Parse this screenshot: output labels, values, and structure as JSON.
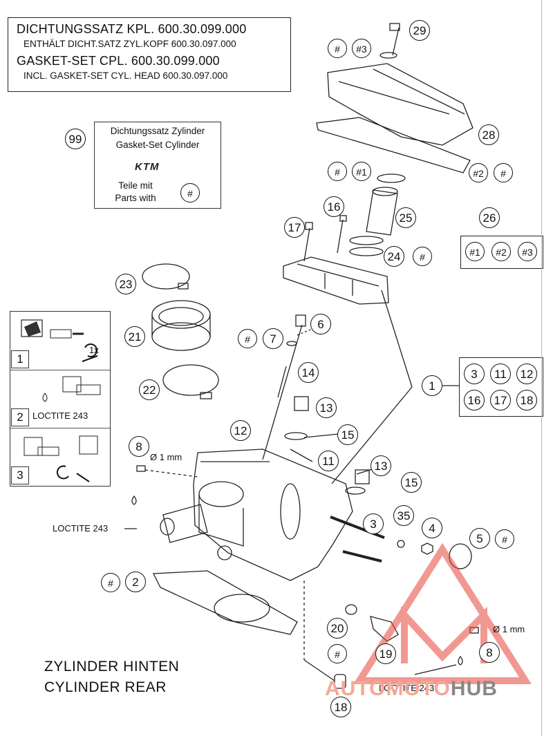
{
  "title_box": {
    "line1": "DICHTUNGSSATZ KPL. 600.30.099.000",
    "line2": "ENTHÄLT DICHT.SATZ ZYL.KOPF 600.30.097.000",
    "line3": "GASKET-SET CPL.            600.30.099.000",
    "line4": "INCL. GASKET-SET CYL. HEAD 600.30.097.000"
  },
  "kit_box": {
    "callout": "99",
    "line1": "Dichtungssatz Zylinder",
    "line2": "Gasket-Set Cylinder",
    "logo": "KTM",
    "line3": "Teile mit",
    "line4": "Parts with",
    "marker": "#"
  },
  "steps": [
    {
      "num": "1",
      "text": "1x"
    },
    {
      "num": "2",
      "text": "LOCTITE 243"
    },
    {
      "num": "3",
      "text": ""
    }
  ],
  "group_26": {
    "label": "26",
    "items": [
      "#1",
      "#2",
      "#3"
    ]
  },
  "group_1": {
    "label": "1",
    "items": [
      "3",
      "11",
      "12",
      "16",
      "17",
      "18"
    ]
  },
  "callouts": {
    "c29": "29",
    "c29a": "#",
    "c29b": "#3",
    "c28": "28",
    "c28a": "#2",
    "c28b": "#",
    "c_top_a": "#",
    "c_top_b": "#1",
    "c16": "16",
    "c17": "17",
    "c25": "25",
    "c24": "24",
    "c24a": "#",
    "c23": "23",
    "c21": "21",
    "c22": "22",
    "c6": "6",
    "c7": "7",
    "c7a": "#",
    "c14": "14",
    "c13": "13",
    "c15": "15",
    "c12": "12",
    "c11": "11",
    "c8": "8",
    "c13b": "13",
    "c15b": "15",
    "c3": "3",
    "c35": "35",
    "c4": "4",
    "c5": "5",
    "c5a": "#",
    "c2": "2",
    "c2a": "#",
    "c20": "20",
    "c20a": "#",
    "c19": "19",
    "c8b": "8",
    "c18": "18"
  },
  "labels": {
    "dia1": "Ø 1 mm",
    "dia2": "Ø 1 mm",
    "loctite1": "LOCTITE 243",
    "loctite2": "LOCTITE 243"
  },
  "footer": {
    "line1": "ZYLINDER HINTEN",
    "line2": "CYLINDER REAR"
  },
  "watermark": {
    "part1": "AUTOMOTO",
    "part2": "HUB"
  },
  "colors": {
    "line": "#111111",
    "watermark_red": "#e8443a",
    "watermark_gray": "#888888"
  }
}
